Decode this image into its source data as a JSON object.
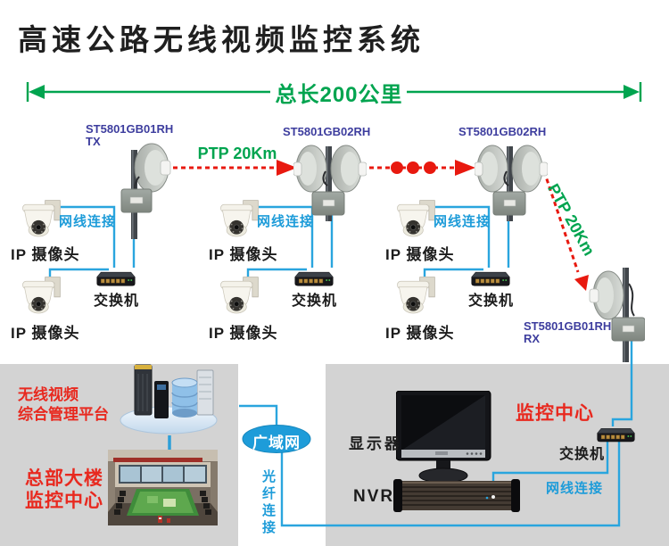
{
  "title": "高速公路无线视频监控系统",
  "measure": {
    "total_length": "总长200公里"
  },
  "ptp_link_label": "PTP 20Km",
  "antennas": {
    "tx": {
      "model": "ST5801GB01RH",
      "role": "TX"
    },
    "relay1": {
      "model": "ST5801GB02RH"
    },
    "relay2": {
      "model": "ST5801GB02RH"
    },
    "rx": {
      "model": "ST5801GB01RH",
      "role": "RX"
    }
  },
  "camera_groups": [
    {
      "camera1_label": "IP 摄像头",
      "camera2_label": "IP 摄像头",
      "cable_label": "网线连接",
      "switch_label": "交换机"
    },
    {
      "camera1_label": "IP 摄像头",
      "camera2_label": "IP 摄像头",
      "cable_label": "网线连接",
      "switch_label": "交换机"
    },
    {
      "camera1_label": "IP 摄像头",
      "camera2_label": "IP 摄像头",
      "cable_label": "网线连接",
      "switch_label": "交换机"
    }
  ],
  "control_center": {
    "platform_line1": "无线视频",
    "platform_line2": "综合管理平台",
    "hq_line1": "总部大楼",
    "hq_line2": "监控中心",
    "wan_label": "广域网",
    "fiber_label": "光纤连接",
    "monitor_label": "显示器",
    "nvr_label": "NVR",
    "center_title": "监控中心",
    "switch_label": "交换机",
    "cable_label": "网线连接"
  },
  "colors": {
    "green": "#00A44F",
    "red": "#E8190F",
    "wire_blue": "#2AA5DE",
    "label_blue": "#3D3D9E",
    "text_blue": "#1E9CD9",
    "panel_gray": "#D3D3D3"
  }
}
